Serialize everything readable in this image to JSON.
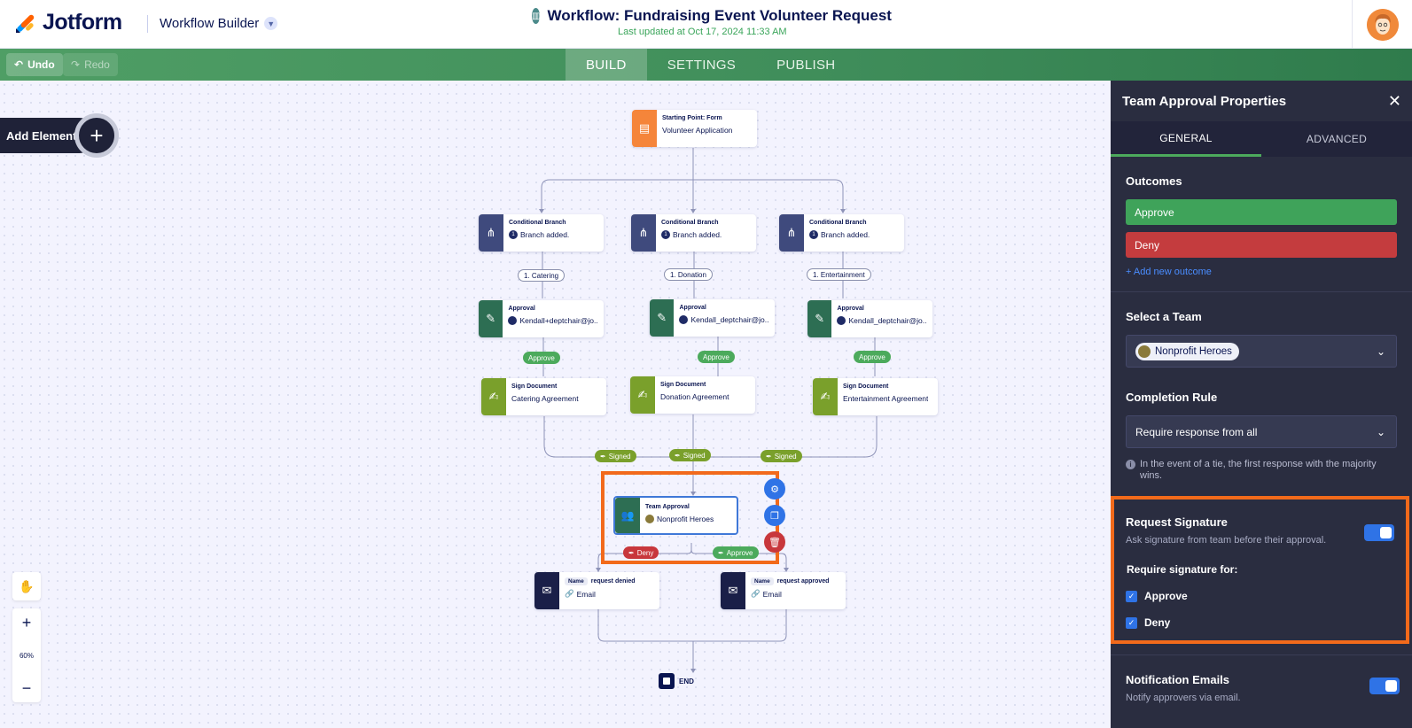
{
  "header": {
    "logo_text": "Jotform",
    "builder_name": "Workflow Builder",
    "workflow_title": "Workflow: Fundraising Event Volunteer Request",
    "last_updated": "Last updated at Oct 17, 2024 11:33 AM"
  },
  "toolbar": {
    "undo_label": "Undo",
    "redo_label": "Redo",
    "tabs": [
      "BUILD",
      "SETTINGS",
      "PUBLISH"
    ],
    "active_tab": "BUILD"
  },
  "canvas": {
    "add_element_label": "Add Element",
    "start": {
      "title": "Starting Point: Form",
      "subtitle": "Volunteer Application"
    },
    "branches": [
      {
        "title": "Conditional Branch",
        "badge": "1",
        "subtitle": "Branch added.",
        "condition": "1. Catering",
        "approval_title": "Approval",
        "approval_user": "Kendall+deptchair@jo...",
        "approve_label": "Approve",
        "sign_title": "Sign Document",
        "sign_doc": "Catering Agreement",
        "signed_label": "Signed"
      },
      {
        "title": "Conditional Branch",
        "badge": "1",
        "subtitle": "Branch added.",
        "condition": "1. Donation",
        "approval_title": "Approval",
        "approval_user": "Kendall_deptchair@jo...",
        "approve_label": "Approve",
        "sign_title": "Sign Document",
        "sign_doc": "Donation Agreement",
        "signed_label": "Signed"
      },
      {
        "title": "Conditional Branch",
        "badge": "1",
        "subtitle": "Branch added.",
        "condition": "1. Entertainment",
        "approval_title": "Approval",
        "approval_user": "Kendall_deptchair@jo...",
        "approve_label": "Approve",
        "sign_title": "Sign Document",
        "sign_doc": "Entertainment Agreement",
        "signed_label": "Signed"
      }
    ],
    "team_approval": {
      "title": "Team Approval",
      "team": "Nonprofit Heroes"
    },
    "deny_label": "Deny",
    "approve_label": "Approve",
    "emails": [
      {
        "name_pill": "Name",
        "title": "request denied",
        "subtitle": "Email"
      },
      {
        "name_pill": "Name",
        "title": "request approved",
        "subtitle": "Email"
      }
    ],
    "end_label": "END",
    "zoom_level": "60%"
  },
  "panel": {
    "title": "Team Approval Properties",
    "tabs": [
      "GENERAL",
      "ADVANCED"
    ],
    "outcomes_title": "Outcomes",
    "outcomes": [
      "Approve",
      "Deny"
    ],
    "add_outcome": "+ Add new outcome",
    "select_team_title": "Select a Team",
    "selected_team": "Nonprofit Heroes",
    "completion_rule_title": "Completion Rule",
    "completion_rule_value": "Require response from all",
    "completion_hint": "In the event of a tie, the first response with the majority wins.",
    "request_signature_title": "Request Signature",
    "request_signature_desc": "Ask signature from team before their approval.",
    "require_for_title": "Require signature for:",
    "require_for_options": [
      "Approve",
      "Deny"
    ],
    "notification_title": "Notification Emails",
    "notification_desc": "Notify approvers via email."
  },
  "colors": {
    "brand_navy": "#0a1551",
    "toolbar_green": "#3f8d5a",
    "panel_bg": "#2a2d40",
    "approve_green": "#3fa35a",
    "deny_red": "#c43c3e",
    "highlight_orange": "#f26a1b",
    "toggle_blue": "#2f73e6"
  }
}
